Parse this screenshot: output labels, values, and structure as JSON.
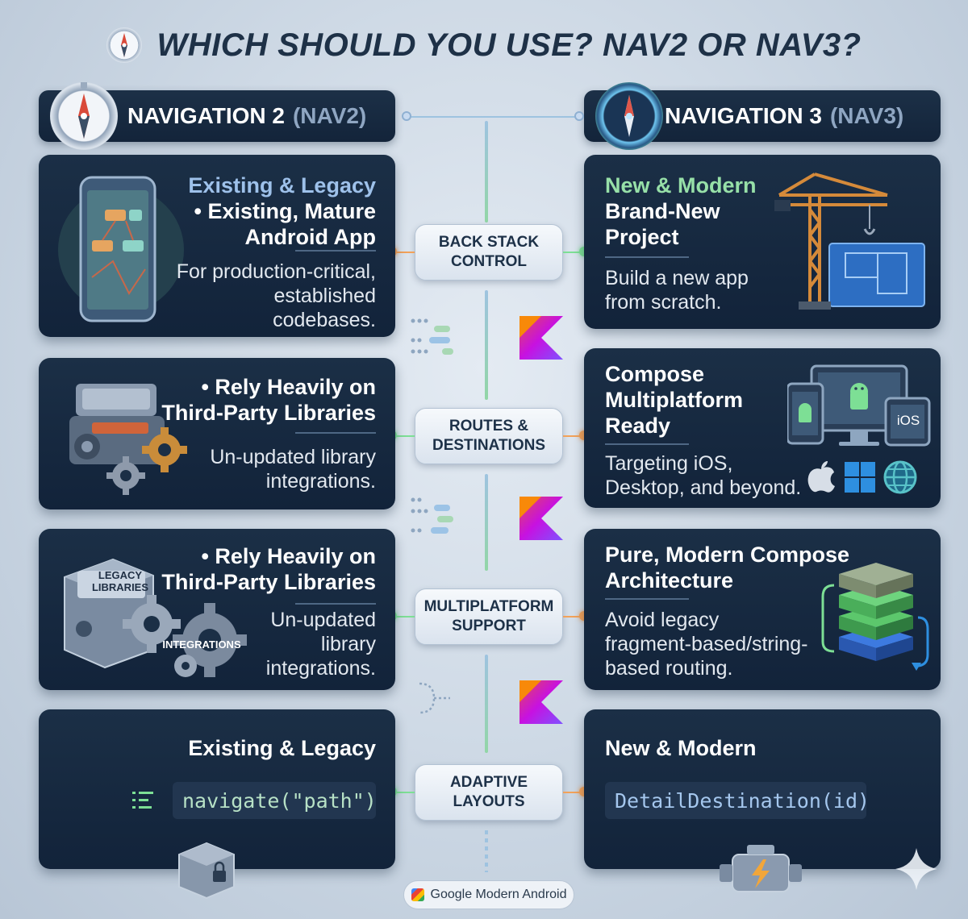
{
  "title": "WHICH SHOULD YOU USE? NAV2 OR NAV3?",
  "nav2": {
    "header_main": "NAVIGATION 2",
    "header_tag": "(NAV2)",
    "cards": [
      {
        "heading": "Existing & Legacy",
        "bullet_lines": [
          "• Existing, Mature",
          "Android App"
        ],
        "body_lines": [
          "For production-critical,",
          "established",
          "codebases."
        ]
      },
      {
        "bullet_lines": [
          "• Rely Heavily on",
          "Third-Party Libraries"
        ],
        "body_lines": [
          "Un-updated library",
          "integrations."
        ]
      },
      {
        "bullet_lines": [
          "• Rely Heavily on",
          "Third-Party Libraries"
        ],
        "body_lines": [
          "Un-updated",
          "library",
          "integrations."
        ],
        "illustration_labels": [
          "LEGACY",
          "LIBRARIES",
          "INTEGRATIONS"
        ]
      },
      {
        "heading": "Existing & Legacy",
        "code": "navigate(\"path\")"
      }
    ]
  },
  "nav3": {
    "header_main": "NAVIGATION 3",
    "header_tag": "(NAV3)",
    "cards": [
      {
        "heading": "New & Modern",
        "title_lines": [
          "Brand-New",
          "Project"
        ],
        "body_lines": [
          "Build a new app",
          "from scratch."
        ]
      },
      {
        "title_lines": [
          "Compose",
          "Multiplatform",
          "Ready"
        ],
        "body_lines": [
          "Targeting iOS,",
          "Desktop, and beyond."
        ],
        "illustration_labels": [
          "iOS"
        ]
      },
      {
        "title_lines": [
          "Pure, Modern Compose",
          "Architecture"
        ],
        "body_lines": [
          "Avoid legacy",
          "fragment-based/string-",
          "based routing."
        ]
      },
      {
        "heading": "New & Modern",
        "code": "DetailDestination(id)"
      }
    ]
  },
  "spine_labels": [
    [
      "BACK STACK",
      "CONTROL"
    ],
    [
      "ROUTES &",
      "DESTINATIONS"
    ],
    [
      "MULTIPLATFORM",
      "SUPPORT"
    ],
    [
      "ADAPTIVE",
      "LAYOUTS"
    ]
  ],
  "footer": "Google Modern Android",
  "icons": [
    "compass-icon",
    "kotlin-logo-icon",
    "phone-icon",
    "crane-icon",
    "engine-icon",
    "gear-icon",
    "apple-icon",
    "windows-icon",
    "globe-icon",
    "android-icon",
    "layers-icon",
    "lock-box-icon",
    "sparkle-icon"
  ],
  "colors": {
    "card_bg": "#13243a",
    "nav2_accent": "#9ec1ea",
    "nav3_accent": "#97e0a8",
    "link_green": "#7ddf95",
    "link_orange": "#f2a25a",
    "title": "#1e3147"
  }
}
